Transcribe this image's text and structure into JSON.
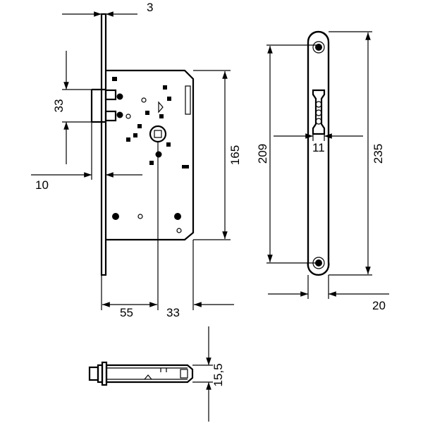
{
  "dimensions": {
    "faceplate_thickness": "3",
    "latch_height": "33",
    "latch_offset": "10",
    "backset": "55",
    "case_depth_to_spindle": "33",
    "case_height": "165",
    "hole_spacing": "209",
    "faceplate_length": "235",
    "spindle_square": "11",
    "faceplate_width": "20",
    "case_thickness": "15,5"
  }
}
